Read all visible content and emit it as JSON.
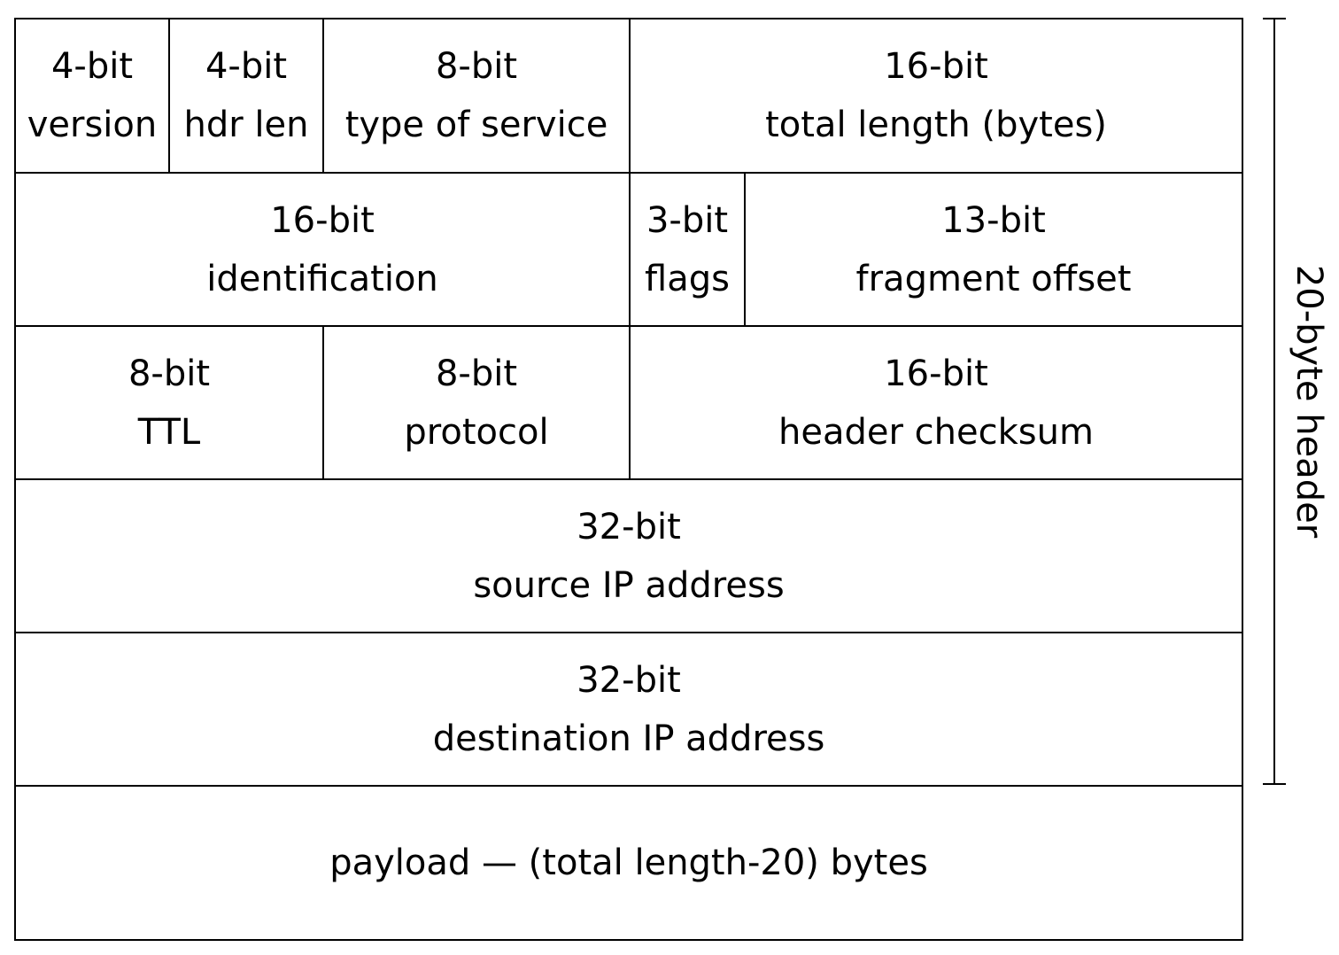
{
  "rows": [
    [
      {
        "lines": [
          "4-bit",
          "version"
        ]
      },
      {
        "lines": [
          "4-bit",
          "hdr len"
        ]
      },
      {
        "lines": [
          "8-bit",
          "type of service"
        ]
      },
      {
        "lines": [
          "16-bit",
          "total length (bytes)"
        ]
      }
    ],
    [
      {
        "lines": [
          "16-bit",
          "identification"
        ]
      },
      {
        "lines": [
          "3-bit",
          "flags"
        ]
      },
      {
        "lines": [
          "13-bit",
          "fragment offset"
        ]
      }
    ],
    [
      {
        "lines": [
          "8-bit",
          "TTL"
        ]
      },
      {
        "lines": [
          "8-bit",
          "protocol"
        ]
      },
      {
        "lines": [
          "16-bit",
          "header checksum"
        ]
      }
    ],
    [
      {
        "lines": [
          "32-bit",
          "source IP address"
        ]
      }
    ],
    [
      {
        "lines": [
          "32-bit",
          "destination IP address"
        ]
      }
    ],
    [
      {
        "lines": [
          "payload — (total length-20) bytes"
        ]
      }
    ]
  ],
  "bracket_label": "20-byte header"
}
